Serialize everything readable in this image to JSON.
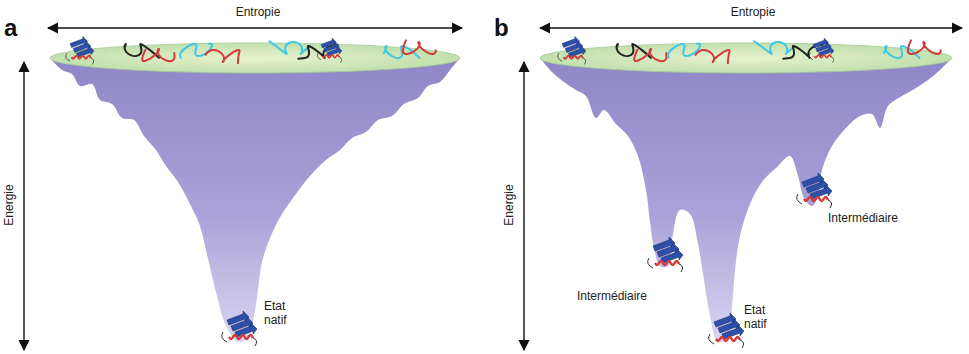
{
  "diagram": {
    "labels": [
      "a",
      "Entropie",
      "Energie",
      "Etat natif",
      "b",
      "Entropie",
      "Energie",
      "Intermédiaire",
      "Intermédiaire",
      "Etat natif"
    ]
  }
}
